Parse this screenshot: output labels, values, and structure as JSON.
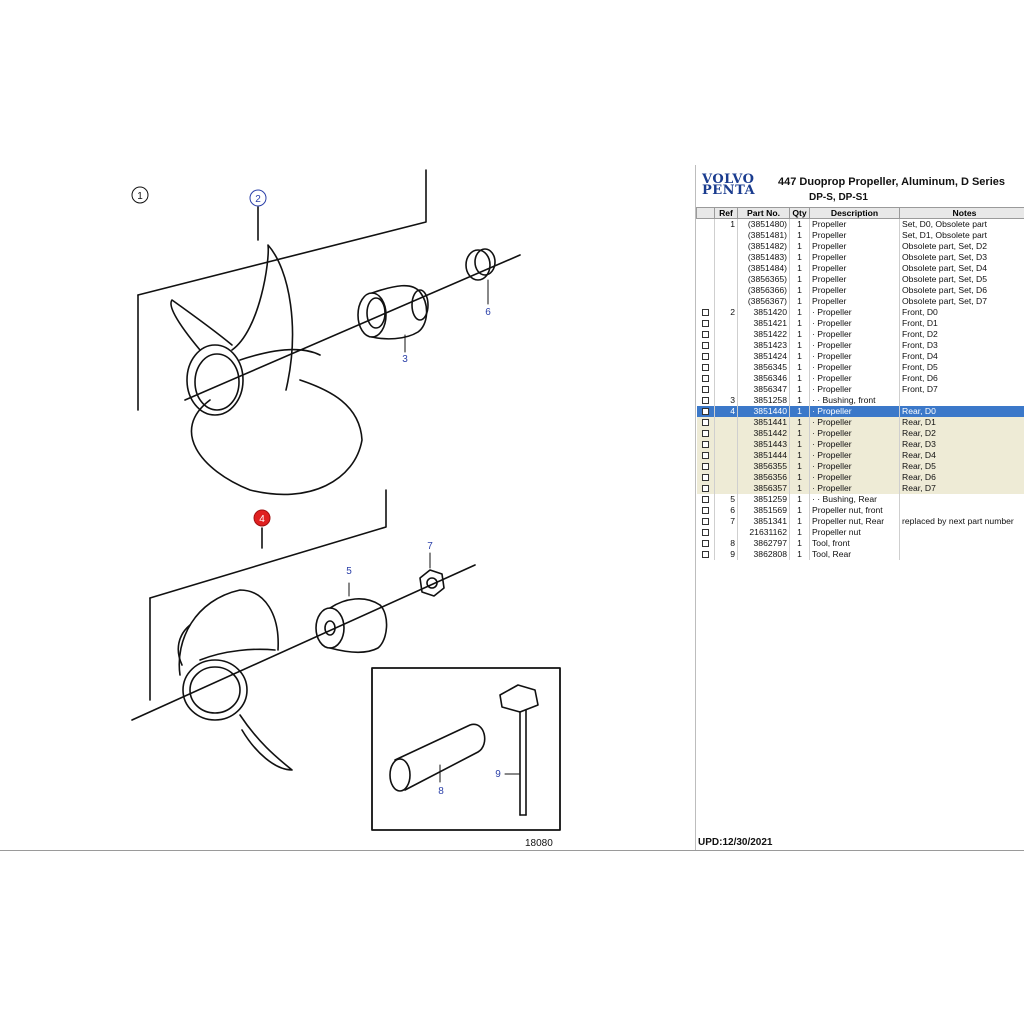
{
  "diagram": {
    "figure_number": "18080",
    "callouts": [
      "1",
      "2",
      "3",
      "4",
      "5",
      "6",
      "7",
      "8",
      "9"
    ]
  },
  "panel": {
    "logo_line1": "VOLVO",
    "logo_line2": "PENTA",
    "title_line1": "447  Duoprop Propeller, Aluminum, D Series",
    "title_line2": "DP-S, DP-S1",
    "columns": [
      "",
      "Ref",
      "Part No.",
      "Qty",
      "Description",
      "Notes"
    ],
    "rows": [
      {
        "cb": false,
        "ref": "1",
        "part": "(3851480)",
        "qty": "1",
        "desc": "Propeller",
        "notes": "Set, D0, Obsolete part",
        "style": ""
      },
      {
        "cb": false,
        "ref": "",
        "part": "(3851481)",
        "qty": "1",
        "desc": "Propeller",
        "notes": "Set, D1, Obsolete part",
        "style": ""
      },
      {
        "cb": false,
        "ref": "",
        "part": "(3851482)",
        "qty": "1",
        "desc": "Propeller",
        "notes": "Obsolete part, Set, D2",
        "style": ""
      },
      {
        "cb": false,
        "ref": "",
        "part": "(3851483)",
        "qty": "1",
        "desc": "Propeller",
        "notes": "Obsolete part, Set, D3",
        "style": ""
      },
      {
        "cb": false,
        "ref": "",
        "part": "(3851484)",
        "qty": "1",
        "desc": "Propeller",
        "notes": "Obsolete part, Set, D4",
        "style": ""
      },
      {
        "cb": false,
        "ref": "",
        "part": "(3856365)",
        "qty": "1",
        "desc": "Propeller",
        "notes": "Obsolete part, Set, D5",
        "style": ""
      },
      {
        "cb": false,
        "ref": "",
        "part": "(3856366)",
        "qty": "1",
        "desc": "Propeller",
        "notes": "Obsolete part, Set, D6",
        "style": ""
      },
      {
        "cb": false,
        "ref": "",
        "part": "(3856367)",
        "qty": "1",
        "desc": "Propeller",
        "notes": "Obsolete part, Set, D7",
        "style": ""
      },
      {
        "cb": true,
        "ref": "2",
        "part": "3851420",
        "qty": "1",
        "desc": "· Propeller",
        "notes": "Front, D0",
        "style": ""
      },
      {
        "cb": true,
        "ref": "",
        "part": "3851421",
        "qty": "1",
        "desc": "· Propeller",
        "notes": "Front, D1",
        "style": ""
      },
      {
        "cb": true,
        "ref": "",
        "part": "3851422",
        "qty": "1",
        "desc": "· Propeller",
        "notes": "Front, D2",
        "style": ""
      },
      {
        "cb": true,
        "ref": "",
        "part": "3851423",
        "qty": "1",
        "desc": "· Propeller",
        "notes": "Front, D3",
        "style": ""
      },
      {
        "cb": true,
        "ref": "",
        "part": "3851424",
        "qty": "1",
        "desc": "· Propeller",
        "notes": "Front, D4",
        "style": ""
      },
      {
        "cb": true,
        "ref": "",
        "part": "3856345",
        "qty": "1",
        "desc": "· Propeller",
        "notes": "Front, D5",
        "style": ""
      },
      {
        "cb": true,
        "ref": "",
        "part": "3856346",
        "qty": "1",
        "desc": "· Propeller",
        "notes": "Front, D6",
        "style": ""
      },
      {
        "cb": true,
        "ref": "",
        "part": "3856347",
        "qty": "1",
        "desc": "· Propeller",
        "notes": "Front, D7",
        "style": ""
      },
      {
        "cb": true,
        "ref": "3",
        "part": "3851258",
        "qty": "1",
        "desc": "· · Bushing, front",
        "notes": "",
        "style": ""
      },
      {
        "cb": true,
        "ref": "4",
        "part": "3851440",
        "qty": "1",
        "desc": "· Propeller",
        "notes": "Rear, D0",
        "style": "sel"
      },
      {
        "cb": true,
        "ref": "",
        "part": "3851441",
        "qty": "1",
        "desc": "· Propeller",
        "notes": "Rear, D1",
        "style": "hl"
      },
      {
        "cb": true,
        "ref": "",
        "part": "3851442",
        "qty": "1",
        "desc": "· Propeller",
        "notes": "Rear, D2",
        "style": "hl"
      },
      {
        "cb": true,
        "ref": "",
        "part": "3851443",
        "qty": "1",
        "desc": "· Propeller",
        "notes": "Rear, D3",
        "style": "hl"
      },
      {
        "cb": true,
        "ref": "",
        "part": "3851444",
        "qty": "1",
        "desc": "· Propeller",
        "notes": "Rear, D4",
        "style": "hl"
      },
      {
        "cb": true,
        "ref": "",
        "part": "3856355",
        "qty": "1",
        "desc": "· Propeller",
        "notes": "Rear, D5",
        "style": "hl"
      },
      {
        "cb": true,
        "ref": "",
        "part": "3856356",
        "qty": "1",
        "desc": "· Propeller",
        "notes": "Rear, D6",
        "style": "hl"
      },
      {
        "cb": true,
        "ref": "",
        "part": "3856357",
        "qty": "1",
        "desc": "· Propeller",
        "notes": "Rear, D7",
        "style": "hl"
      },
      {
        "cb": true,
        "ref": "5",
        "part": "3851259",
        "qty": "1",
        "desc": "· · Bushing, Rear",
        "notes": "",
        "style": ""
      },
      {
        "cb": true,
        "ref": "6",
        "part": "3851569",
        "qty": "1",
        "desc": "Propeller nut, front",
        "notes": "",
        "style": ""
      },
      {
        "cb": true,
        "ref": "7",
        "part": "3851341",
        "qty": "1",
        "desc": "Propeller nut, Rear",
        "notes": "replaced by next part number",
        "style": ""
      },
      {
        "cb": true,
        "ref": "",
        "part": "21631162",
        "qty": "1",
        "desc": "Propeller nut",
        "notes": "",
        "style": ""
      },
      {
        "cb": true,
        "ref": "8",
        "part": "3862797",
        "qty": "1",
        "desc": "Tool, front",
        "notes": "",
        "style": ""
      },
      {
        "cb": true,
        "ref": "9",
        "part": "3862808",
        "qty": "1",
        "desc": "Tool, Rear",
        "notes": "",
        "style": ""
      }
    ],
    "updated": "UPD:12/30/2021"
  },
  "colors": {
    "selected_row": "#3b78c9",
    "highlight_row": "#eeebd6",
    "brand": "#1a3c8f",
    "callout_active": "#e02020",
    "callout_text": "#2a3fa8"
  }
}
